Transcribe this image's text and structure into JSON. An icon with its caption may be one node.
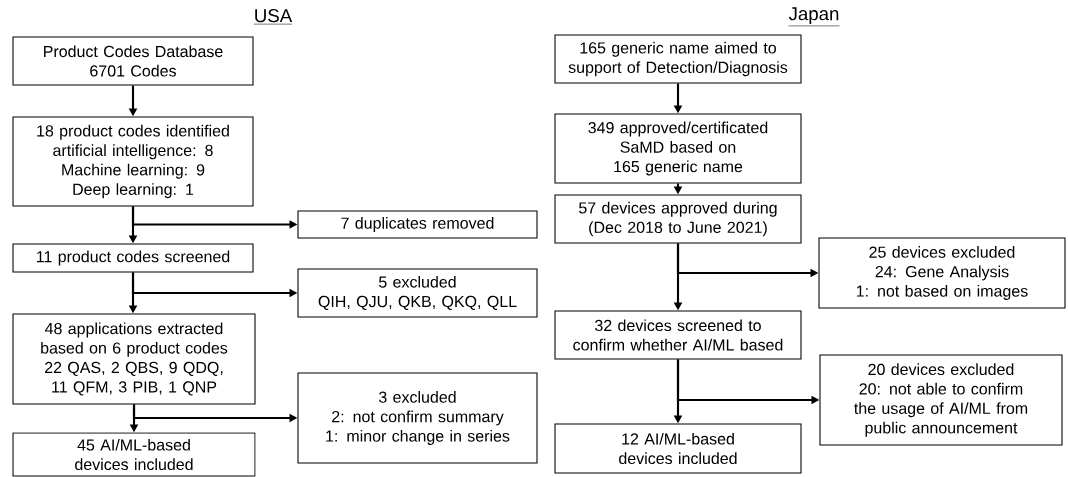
{
  "diagram": {
    "nodes": [
      {
        "text": [
          "Product Codes Database",
          "6701 Codes"
        ]
      },
      {
        "text": [
          "18 product codes identified",
          "artificial intelligence: 8",
          "Machine learning: 9",
          "Deep learning: 1"
        ]
      },
      {
        "text": [
          "7 duplicates removed"
        ]
      },
      {
        "text": [
          "11 product codes screened"
        ]
      },
      {
        "text": [
          "5 excluded",
          "QIH, QJU, QKB, QKQ, QLL"
        ]
      },
      {
        "text": [
          "48 applications extracted based on 6 product codes",
          "22 QAS, 2 QBS, 9 QDQ, 11 QFM, 3 PIB, 1 QNP"
        ]
      },
      {
        "text": [
          "3 excluded",
          "2: not confirm summary",
          "1: minor change in series"
        ]
      },
      {
        "text": [
          "45 AI/ML-based devices included"
        ]
      },
      {
        "text": [
          "165 generic name aimed to support of Detection/Diagnosis"
        ]
      },
      {
        "text": [
          "349 approved/certificated SaMD based on 165 generic name"
        ]
      },
      {
        "text": [
          "57 devices approved during",
          "(Dec 2018 to June 2021)"
        ]
      },
      {
        "text": [
          "25 devices excluded",
          "24: Gene Analysis",
          "1: not based on images"
        ]
      },
      {
        "text": [
          "32 devices screened to confirm whether AI/ML based"
        ]
      },
      {
        "text": [
          "20 devices excluded",
          "20: not able to confirm the usage of AI/ML from public announcement"
        ]
      },
      {
        "text": [
          "12 AI/ML-based devices included"
        ]
      }
    ],
    "edges": [
      {
        "from": 0,
        "to": 1,
        "arrow": "to"
      },
      {
        "from": 1,
        "to": 3,
        "arrow": "to"
      },
      {
        "from": 1,
        "to": 2,
        "arrow": "to"
      },
      {
        "from": 3,
        "to": 5,
        "arrow": "to"
      },
      {
        "from": 3,
        "to": 4,
        "arrow": "to"
      },
      {
        "from": 5,
        "to": 7,
        "arrow": "to"
      },
      {
        "from": 5,
        "to": 6,
        "arrow": "to"
      },
      {
        "from": 8,
        "to": 9,
        "arrow": "to"
      },
      {
        "from": 9,
        "to": 10,
        "arrow": "to"
      },
      {
        "from": 10,
        "to": 12,
        "arrow": "to"
      },
      {
        "from": 10,
        "to": 11,
        "arrow": "to"
      },
      {
        "from": 12,
        "to": 14,
        "arrow": "to"
      },
      {
        "from": 12,
        "to": 13,
        "arrow": "to"
      }
    ],
    "labels": [
      "USA",
      "Japan"
    ]
  }
}
